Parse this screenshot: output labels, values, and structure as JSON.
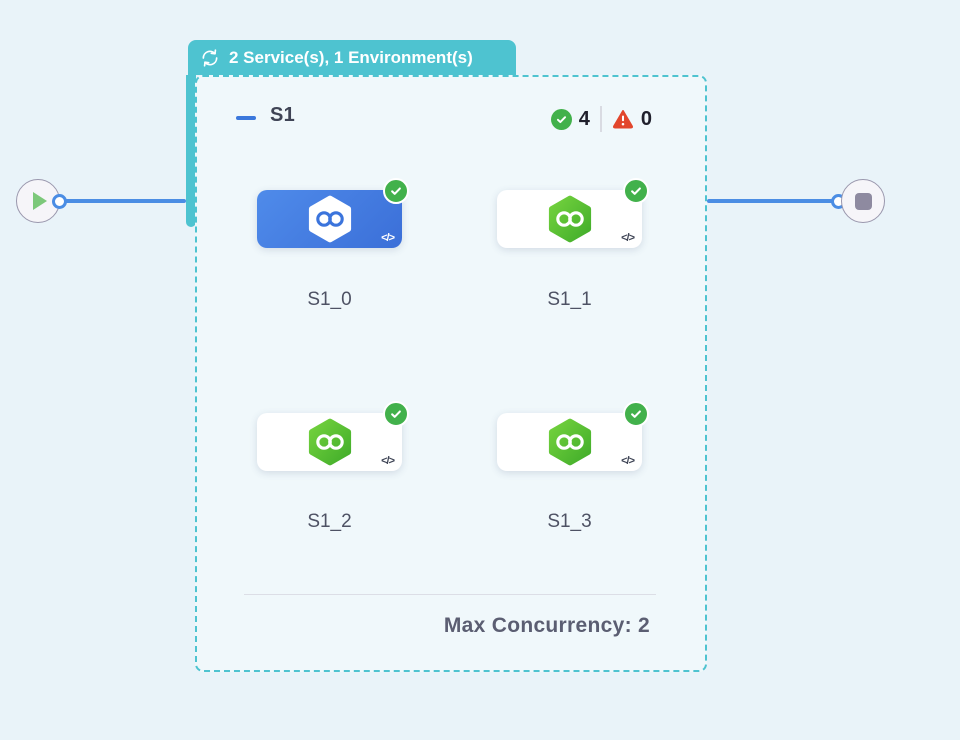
{
  "pipeline": {
    "header_tab": {
      "label": "2 Service(s), 1 Environment(s)"
    },
    "stage": {
      "name": "S1",
      "success_count": "4",
      "error_count": "0",
      "max_concurrency": {
        "label": "Max Concurrency:",
        "value": "2"
      },
      "services": [
        {
          "label": "S1_0",
          "selected": true,
          "status": "success"
        },
        {
          "label": "S1_1",
          "selected": false,
          "status": "success"
        },
        {
          "label": "S1_2",
          "selected": false,
          "status": "success"
        },
        {
          "label": "S1_3",
          "selected": false,
          "status": "success"
        }
      ]
    }
  },
  "icons": {
    "code": "</>"
  },
  "colors": {
    "teal": "#4ec3d0",
    "line_blue": "#4b8de4",
    "success_green": "#42b14b",
    "error_red": "#e2462c",
    "card_blue_start": "#4f8bea",
    "card_blue_end": "#3b6fd8",
    "hex_green_start": "#74d23e",
    "hex_green_end": "#41ad2a",
    "background": "#e9f3f9"
  }
}
